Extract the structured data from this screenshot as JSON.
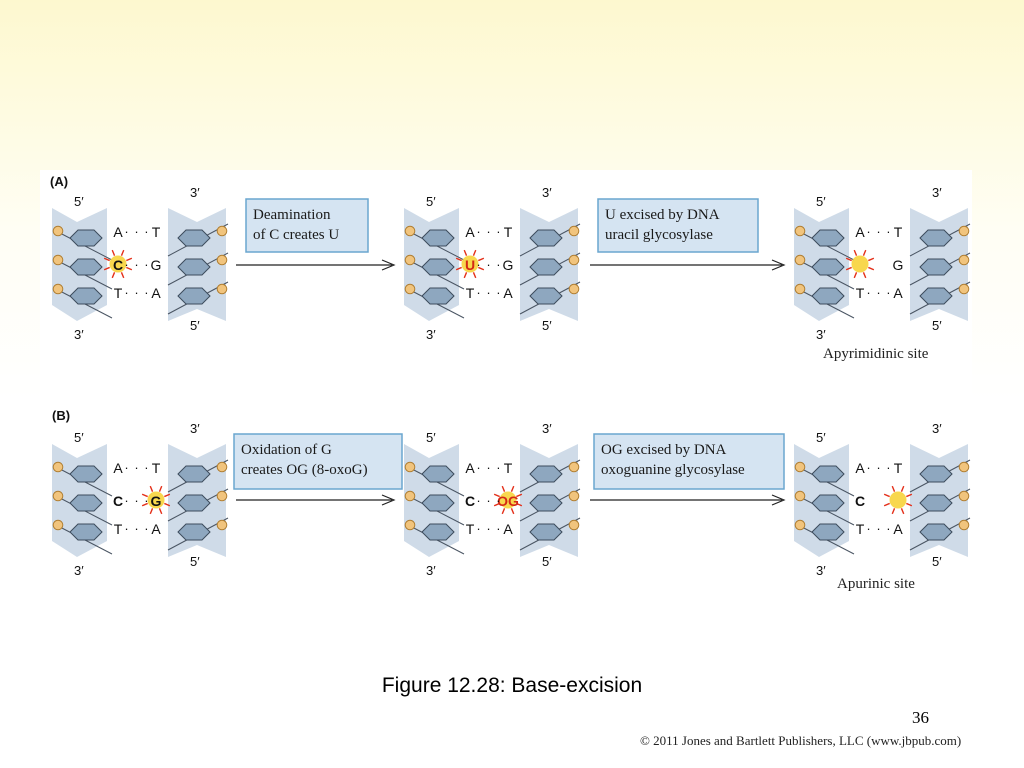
{
  "colors": {
    "strand": "#cfdbe8",
    "sugar": "#8ea7bf",
    "phosphate": "#f1c47d",
    "boxFill": "#d5e4f2",
    "boxStroke": "#6aa6cf",
    "lesionFill": "#f7d33b",
    "lesionRay": "#e4301a",
    "lesionText": "#d42815"
  },
  "panels": [
    {
      "label": "(A)",
      "steps": [
        {
          "strand_labels": {
            "left_top": "5′",
            "right_top": "3′",
            "left_bottom": "3′",
            "right_bottom": "5′"
          },
          "pairs": [
            {
              "left": "A",
              "right": "T",
              "left_lesion": false,
              "right_lesion": false
            },
            {
              "left": "C",
              "right": "G",
              "left_lesion": true,
              "right_lesion": false
            },
            {
              "left": "T",
              "right": "A",
              "left_lesion": false,
              "right_lesion": false
            }
          ],
          "site_label": ""
        },
        {
          "strand_labels": {
            "left_top": "5′",
            "right_top": "3′",
            "left_bottom": "3′",
            "right_bottom": "5′"
          },
          "pairs": [
            {
              "left": "A",
              "right": "T",
              "left_lesion": false,
              "right_lesion": false
            },
            {
              "left": "U",
              "right": "G",
              "left_lesion": true,
              "right_lesion": false
            },
            {
              "left": "T",
              "right": "A",
              "left_lesion": false,
              "right_lesion": false
            }
          ],
          "site_label": ""
        },
        {
          "strand_labels": {
            "left_top": "5′",
            "right_top": "3′",
            "left_bottom": "3′",
            "right_bottom": "5′"
          },
          "pairs": [
            {
              "left": "A",
              "right": "T",
              "left_lesion": false,
              "right_lesion": false
            },
            {
              "left": "",
              "right": "G",
              "left_lesion": true,
              "right_lesion": false
            },
            {
              "left": "T",
              "right": "A",
              "left_lesion": false,
              "right_lesion": false
            }
          ],
          "site_label": "Apyrimidinic site"
        }
      ],
      "arrows": [
        {
          "lines": [
            "Deamination",
            "of C creates U"
          ]
        },
        {
          "lines": [
            "U excised by DNA",
            "uracil glycosylase"
          ]
        }
      ]
    },
    {
      "label": "(B)",
      "steps": [
        {
          "strand_labels": {
            "left_top": "5′",
            "right_top": "3′",
            "left_bottom": "3′",
            "right_bottom": "5′"
          },
          "pairs": [
            {
              "left": "A",
              "right": "T",
              "left_lesion": false,
              "right_lesion": false
            },
            {
              "left": "C",
              "right": "G",
              "left_lesion": false,
              "right_lesion": true
            },
            {
              "left": "T",
              "right": "A",
              "left_lesion": false,
              "right_lesion": false
            }
          ],
          "site_label": ""
        },
        {
          "strand_labels": {
            "left_top": "5′",
            "right_top": "3′",
            "left_bottom": "3′",
            "right_bottom": "5′"
          },
          "pairs": [
            {
              "left": "A",
              "right": "T",
              "left_lesion": false,
              "right_lesion": false
            },
            {
              "left": "C",
              "right": "OG",
              "left_lesion": false,
              "right_lesion": true
            },
            {
              "left": "T",
              "right": "A",
              "left_lesion": false,
              "right_lesion": false
            }
          ],
          "site_label": ""
        },
        {
          "strand_labels": {
            "left_top": "5′",
            "right_top": "3′",
            "left_bottom": "3′",
            "right_bottom": "5′"
          },
          "pairs": [
            {
              "left": "A",
              "right": "T",
              "left_lesion": false,
              "right_lesion": false
            },
            {
              "left": "C",
              "right": "",
              "left_lesion": false,
              "right_lesion": true
            },
            {
              "left": "T",
              "right": "A",
              "left_lesion": false,
              "right_lesion": false
            }
          ],
          "site_label": "Apurinic site"
        }
      ],
      "arrows": [
        {
          "lines": [
            "Oxidation of G",
            "creates OG (8-oxoG)"
          ]
        },
        {
          "lines": [
            "OG excised by DNA",
            "oxoguanine glycosylase"
          ]
        }
      ]
    }
  ],
  "caption": "Figure 12.28: Base-excision",
  "page_number": "36",
  "copyright": "© 2011 Jones and Bartlett Publishers, LLC (www.jbpub.com)"
}
